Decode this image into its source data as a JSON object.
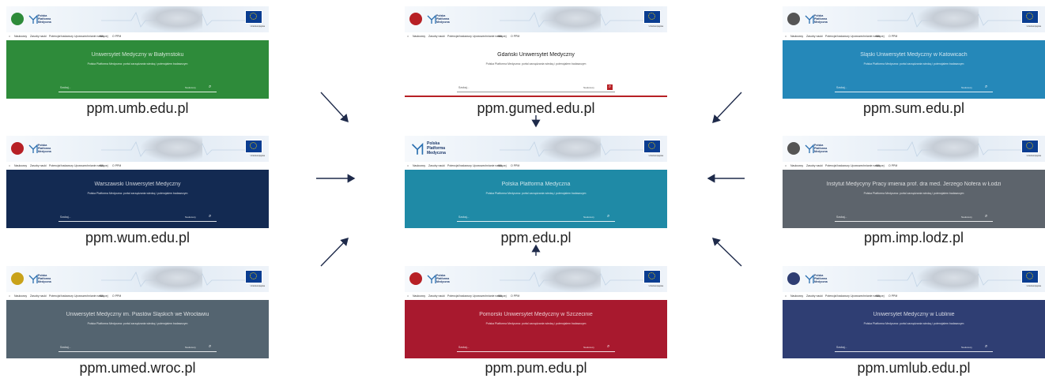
{
  "panels": [
    {
      "caption": "ppm.umb.edu.pl",
      "hero_title": "Uniwersytet Medyczny w Białymstoku",
      "hero_color": "#2e8b3a",
      "logo_color": "#2e8b3a"
    },
    {
      "caption": "ppm.gumed.edu.pl",
      "hero_title": "Gdański Uniwersytet Medyczny",
      "hero_color": "#ffffff",
      "logo_color": "#b72025"
    },
    {
      "caption": "ppm.sum.edu.pl",
      "hero_title": "Śląski Uniwersytet Medyczny w Katowicach",
      "hero_color": "#2588b9",
      "logo_color": "#555555"
    },
    {
      "caption": "ppm.wum.edu.pl",
      "hero_title": "Warszawski Uniwersytet Medyczny",
      "hero_color": "#132a52",
      "logo_color": "#b72025"
    },
    {
      "caption": "ppm.edu.pl",
      "hero_title": "Polska Platforma Medyczna",
      "hero_color": "#1f8aa6",
      "logo_color": "#2a6fb0"
    },
    {
      "caption": "ppm.imp.lodz.pl",
      "hero_title": "Instytut Medycyny Pracy imienia prof. dra med. Jerzego Nofera w Łodzi",
      "hero_color": "#5d646c",
      "logo_color": "#555555"
    },
    {
      "caption": "ppm.umed.wroc.pl",
      "hero_title": "Uniwersytet Medyczny im. Piastów Śląskich we Wrocławiu",
      "hero_color": "#546470",
      "logo_color": "#c9a21a"
    },
    {
      "caption": "ppm.pum.edu.pl",
      "hero_title": "Pomorski Uniwersytet Medyczny w Szczecinie",
      "hero_color": "#a8192e",
      "logo_color": "#b72025"
    },
    {
      "caption": "ppm.umlub.edu.pl",
      "hero_title": "Uniwersytet Medyczny w Lublinie",
      "hero_color": "#2f3e73",
      "logo_color": "#2f3e73"
    }
  ],
  "common": {
    "brand_lines": [
      "Polska",
      "Platforma",
      "Medyczna"
    ],
    "eu_text": "Unia Europejska",
    "nav": [
      "Naukowcy",
      "Zasoby nauki",
      "Potencjał badawczy",
      "Upowszechnianie nauki",
      "Więcej",
      "O PPM"
    ],
    "hero_subtitle": "Polska Platforma Medyczna: portal zarządzania wiedzą i potencjałem badawczym",
    "search_placeholder": "Szukaj...",
    "search_select": "Naukowcy"
  },
  "center_brand": [
    "Polska",
    "Platforma",
    "Medyczna"
  ]
}
